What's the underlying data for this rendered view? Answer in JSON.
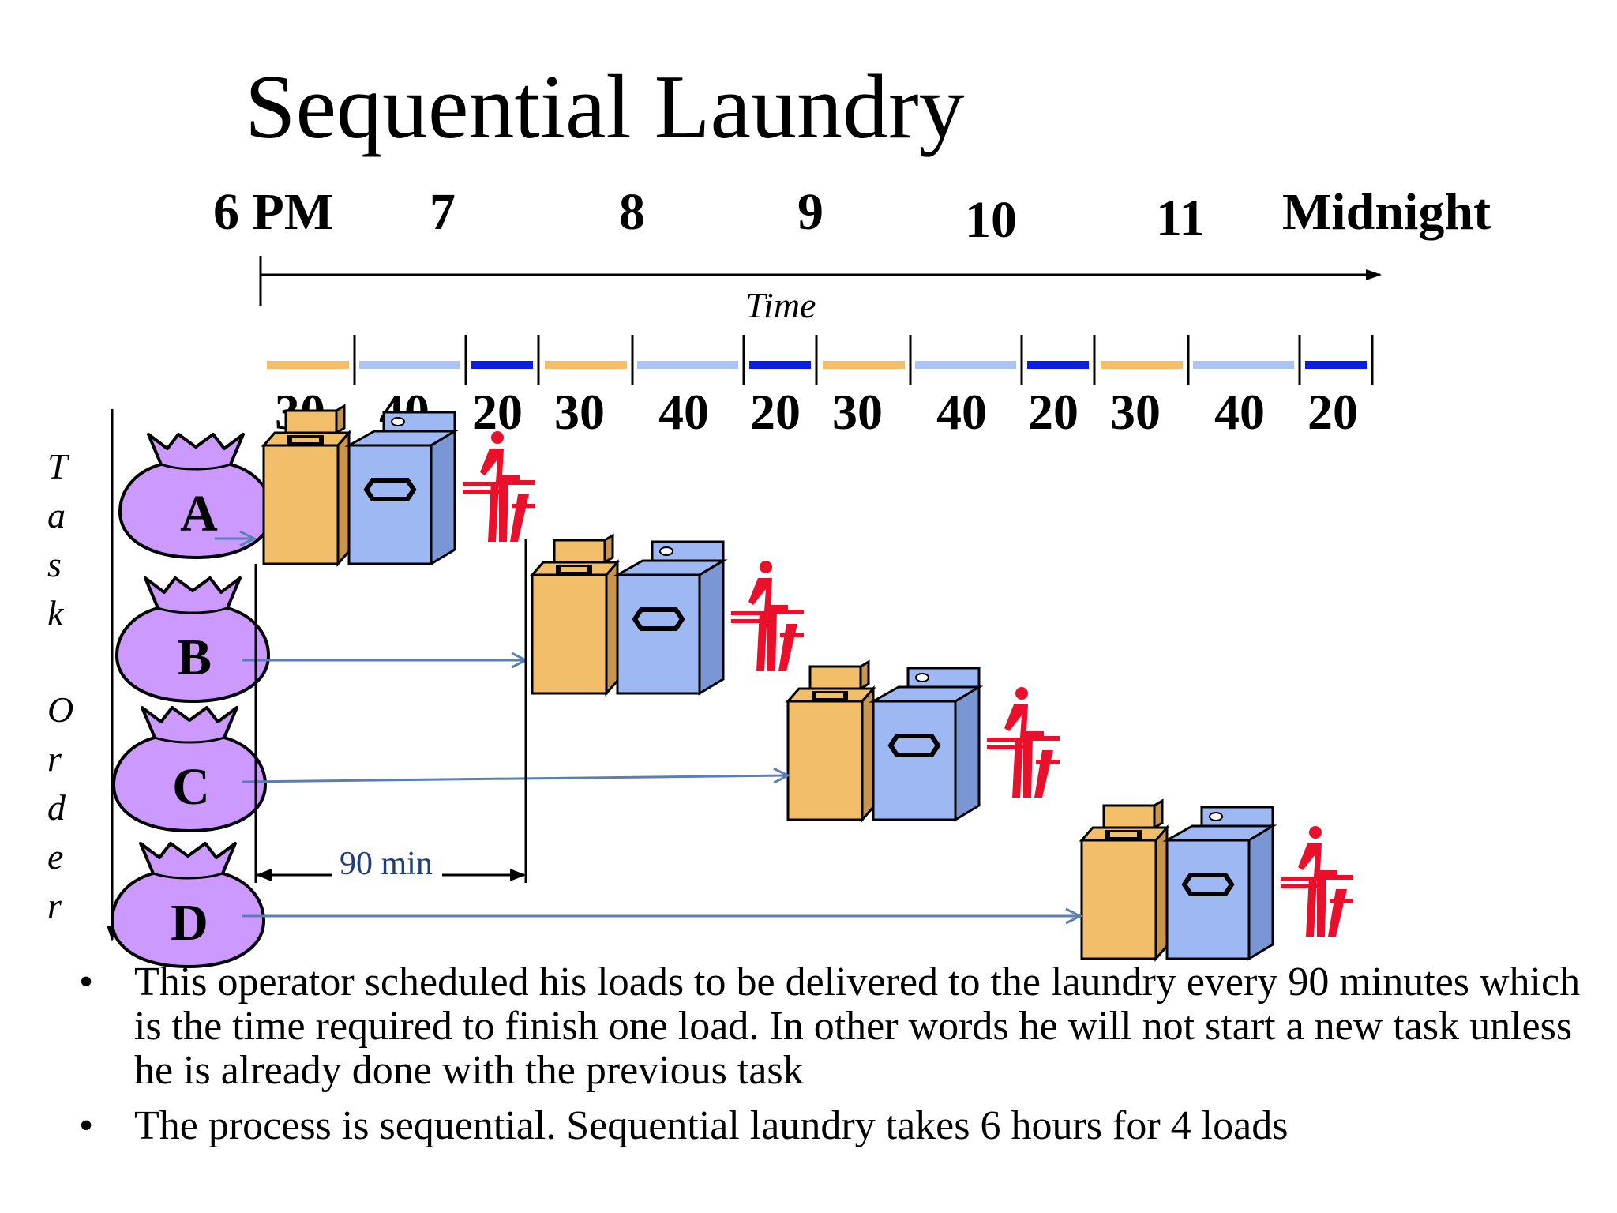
{
  "title": "Sequential Laundry",
  "timeline": {
    "hours": [
      "6 PM",
      "7",
      "8",
      "9",
      "10",
      "11",
      "Midnight"
    ],
    "axis_label": "Time"
  },
  "durations": {
    "labels": [
      "30",
      "40",
      "20",
      "30",
      "40",
      "20",
      "30",
      "40",
      "20",
      "30",
      "40",
      "20"
    ],
    "colors": {
      "wash": "#f5be6a",
      "dry": "#a9c4f5",
      "fold": "#0a1ee0"
    }
  },
  "task_order_label": [
    "T",
    "a",
    "s",
    "k",
    "O",
    "r",
    "d",
    "e",
    "r"
  ],
  "loads": [
    {
      "label": "A"
    },
    {
      "label": "B"
    },
    {
      "label": "C"
    },
    {
      "label": "D"
    }
  ],
  "span": {
    "label": "90 min"
  },
  "bullets": [
    "This operator scheduled his loads to be delivered to the laundry every 90 minutes which is the time required to finish one load. In other words he will not start a new task unless he is already done with the previous task",
    "The process is sequential. Sequential laundry takes 6 hours for 4 loads"
  ],
  "colors": {
    "bag": "#cc99ff",
    "washer": "#f2be69",
    "dryer": "#9db8f2",
    "person": "#e8102b",
    "arrow": "#5a7fb5"
  }
}
